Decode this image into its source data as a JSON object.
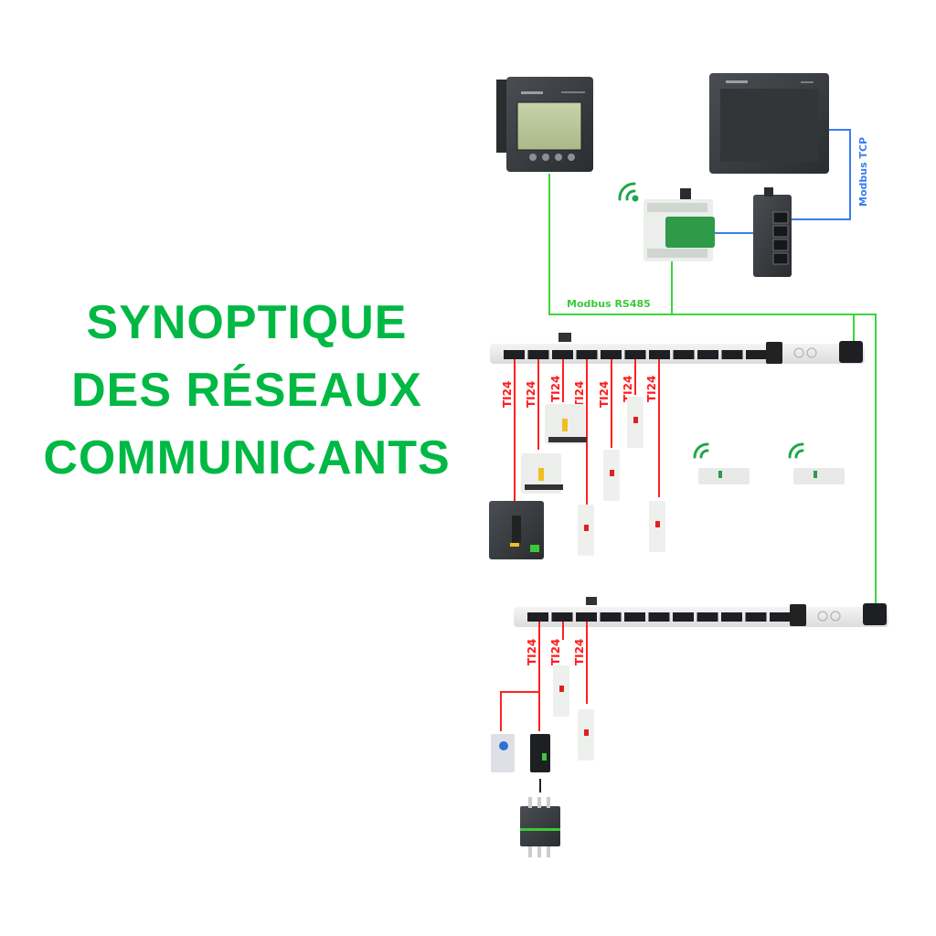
{
  "title": {
    "lines": [
      "SYNOPTIQUE",
      "DES RÉSEAUX",
      "COMMUNICANTS"
    ],
    "color": "#00b844"
  },
  "networks": {
    "rs485_label": "Modbus RS485",
    "tcp_label": "Modbus TCP",
    "rs485_color": "#3cd63c",
    "tcp_color": "#3a7df0",
    "ti24_color": "#ff2020"
  },
  "bus_top": {
    "ti24_labels": [
      "TI24",
      "TI24",
      "TI24",
      "TI24",
      "TI24",
      "TI24",
      "TI24"
    ]
  },
  "bus_bottom": {
    "ti24_labels": [
      "TI24",
      "TI24",
      "TI24"
    ]
  },
  "devices": {
    "power_meter": "power-meter",
    "hmi": "hmi-touchscreen",
    "gateway": "wireless-gateway",
    "switch": "ethernet-switch",
    "wireless_icon": "wireless-signal-icon"
  }
}
